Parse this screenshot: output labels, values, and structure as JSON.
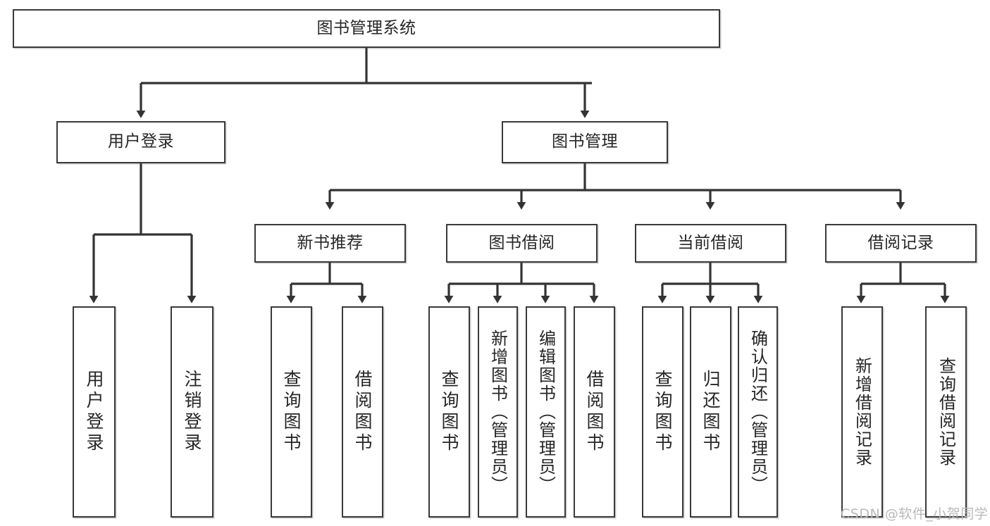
{
  "diagram": {
    "type": "tree-hierarchy",
    "title": "图书管理系统",
    "watermark": "CSDN @软件_小贺同学",
    "colors": {
      "box_border": "#3a3a3a",
      "box_fill": "#ffffff",
      "connector": "#333333",
      "text": "#262626",
      "watermark": "#b9b9b9"
    },
    "levels": [
      {
        "level": 1,
        "nodes": [
          {
            "id": "root",
            "label": "图书管理系统",
            "orientation": "horizontal"
          }
        ]
      },
      {
        "level": 2,
        "nodes": [
          {
            "id": "login",
            "label": "用户登录",
            "orientation": "horizontal",
            "parent": "root"
          },
          {
            "id": "bookmgmt",
            "label": "图书管理",
            "orientation": "horizontal",
            "parent": "root"
          }
        ]
      },
      {
        "level": 3,
        "nodes": [
          {
            "id": "newbook",
            "label": "新书推荐",
            "orientation": "horizontal",
            "parent": "bookmgmt"
          },
          {
            "id": "borrow",
            "label": "图书借阅",
            "orientation": "horizontal",
            "parent": "bookmgmt"
          },
          {
            "id": "current",
            "label": "当前借阅",
            "orientation": "horizontal",
            "parent": "bookmgmt"
          },
          {
            "id": "records",
            "label": "借阅记录",
            "orientation": "horizontal",
            "parent": "bookmgmt"
          }
        ]
      },
      {
        "level": 4,
        "nodes": [
          {
            "id": "leaf-user-login",
            "label": "用户登录",
            "orientation": "vertical",
            "parent": "login"
          },
          {
            "id": "leaf-user-logout",
            "label": "注销登录",
            "orientation": "vertical",
            "parent": "login"
          },
          {
            "id": "leaf-query-book-1",
            "label": "查询图书",
            "orientation": "vertical",
            "parent": "newbook"
          },
          {
            "id": "leaf-borrow-book-1",
            "label": "借阅图书",
            "orientation": "vertical",
            "parent": "newbook"
          },
          {
            "id": "leaf-query-book-2",
            "label": "查询图书",
            "orientation": "vertical",
            "parent": "borrow"
          },
          {
            "id": "leaf-add-book",
            "label": "新增图书（管理员）",
            "orientation": "vertical",
            "parent": "borrow"
          },
          {
            "id": "leaf-edit-book",
            "label": "编辑图书（管理员）",
            "orientation": "vertical",
            "parent": "borrow"
          },
          {
            "id": "leaf-borrow-book-2",
            "label": "借阅图书",
            "orientation": "vertical",
            "parent": "borrow"
          },
          {
            "id": "leaf-query-book-3",
            "label": "查询图书",
            "orientation": "vertical",
            "parent": "current"
          },
          {
            "id": "leaf-return-book",
            "label": "归还图书",
            "orientation": "vertical",
            "parent": "current"
          },
          {
            "id": "leaf-confirm-return",
            "label": "确认归还（管理员）",
            "orientation": "vertical",
            "parent": "current"
          },
          {
            "id": "leaf-add-record",
            "label": "新增借阅记录",
            "orientation": "vertical",
            "parent": "records"
          },
          {
            "id": "leaf-query-record",
            "label": "查询借阅记录",
            "orientation": "vertical",
            "parent": "records"
          }
        ]
      }
    ]
  }
}
